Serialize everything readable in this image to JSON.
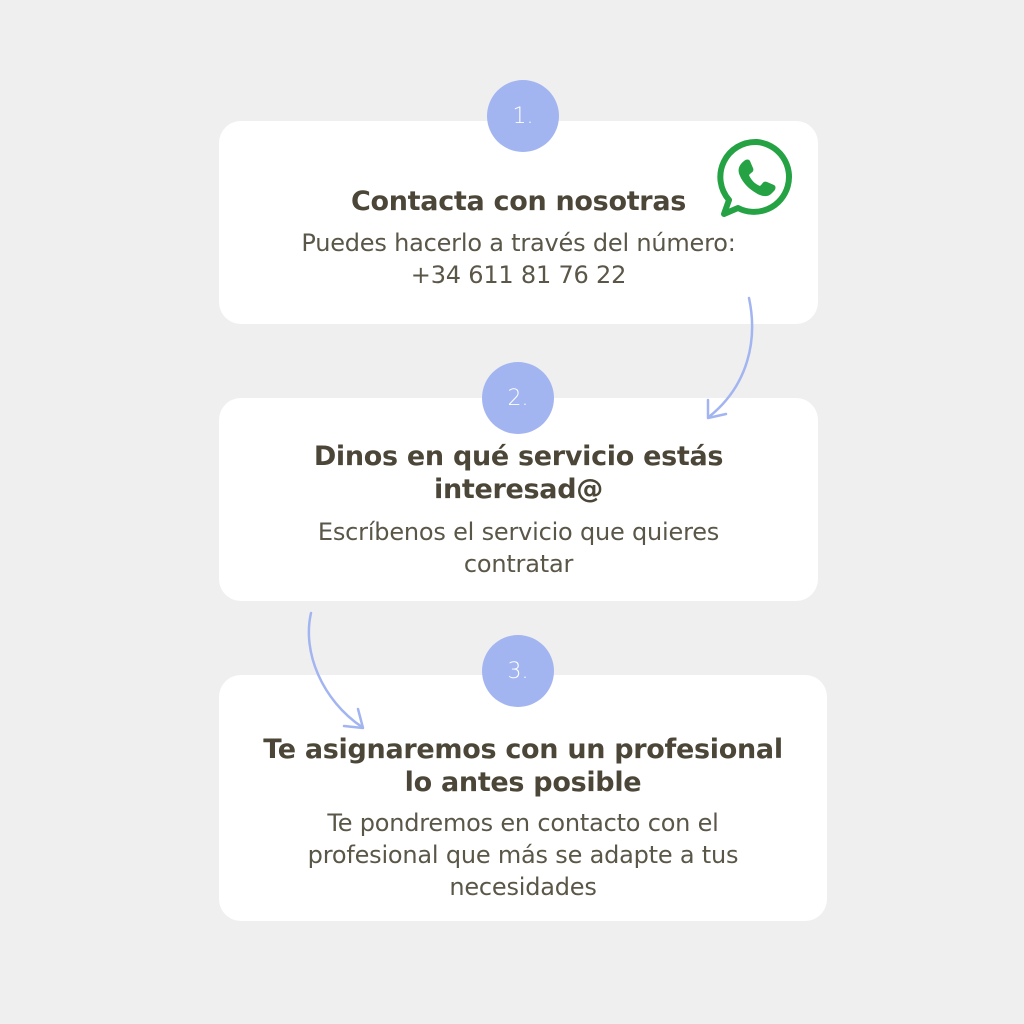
{
  "steps": [
    {
      "number": "1.",
      "title": [
        "Contacta con nosotras"
      ],
      "description": [
        "Puedes hacerlo a través del número:",
        "+34 611 81 76 22"
      ]
    },
    {
      "number": "2.",
      "title": [
        "Dinos en qué servicio estás",
        "interesad@"
      ],
      "description": [
        "Escríbenos el servicio que quieres",
        "contratar"
      ]
    },
    {
      "number": "3.",
      "title": [
        "Te asignaremos con un profesional",
        "lo antes posible"
      ],
      "description": [
        "Te pondremos en contacto con el",
        "profesional que más se adapte a tus",
        "necesidades"
      ]
    }
  ],
  "icons": {
    "whatsapp": "whatsapp-icon",
    "arrow": "curved-arrow-icon"
  },
  "colors": {
    "background": "#efefef",
    "card": "#ffffff",
    "badge": "#a3b5f1",
    "text": "#4b4638",
    "whatsapp": "#25a244"
  }
}
